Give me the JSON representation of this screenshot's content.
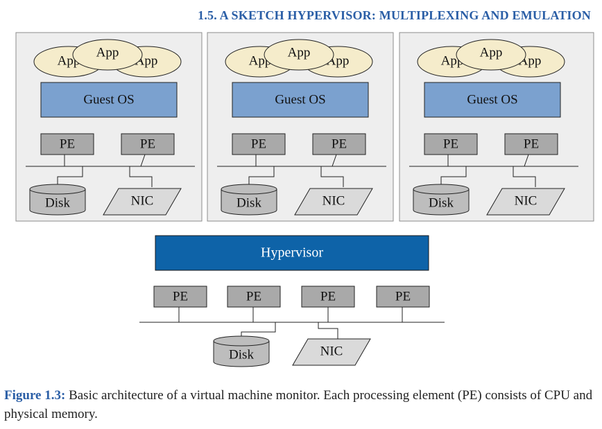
{
  "header": "1.5.  A SKETCH HYPERVISOR: MULTIPLEXING AND EMULATION",
  "vm": {
    "apps": [
      "App",
      "App",
      "App"
    ],
    "guest_os": "Guest OS",
    "pe": [
      "PE",
      "PE"
    ],
    "disk": "Disk",
    "nic": "NIC"
  },
  "hypervisor": "Hypervisor",
  "host": {
    "pe": [
      "PE",
      "PE",
      "PE",
      "PE"
    ],
    "disk": "Disk",
    "nic": "NIC"
  },
  "caption": {
    "label": "Figure 1.3:",
    "text": "Basic architecture of a virtual machine monitor. Each processing element (PE) consists of CPU and physical memory."
  },
  "colors": {
    "header": "#2a5ea6",
    "vm_bg": "#eeeeee",
    "app": "#f5eccb",
    "guest_os": "#7ba1cf",
    "pe": "#a9a9a9",
    "hypervisor": "#0e63a8",
    "disk": "#bdbdbd",
    "nic": "#dadada"
  }
}
